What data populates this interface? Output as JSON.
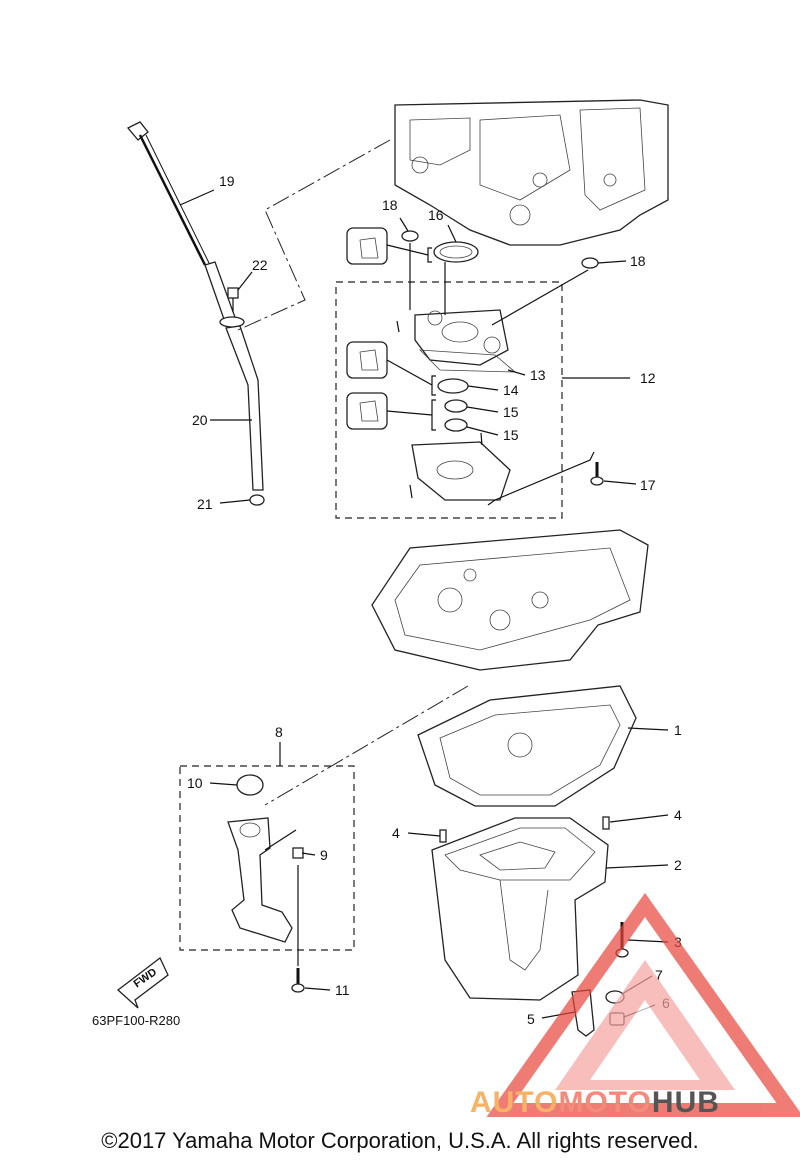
{
  "callouts": [
    {
      "id": "1",
      "label": "1"
    },
    {
      "id": "2",
      "label": "2"
    },
    {
      "id": "3",
      "label": "3"
    },
    {
      "id": "4a",
      "label": "4"
    },
    {
      "id": "4b",
      "label": "4"
    },
    {
      "id": "5",
      "label": "5"
    },
    {
      "id": "6",
      "label": "6"
    },
    {
      "id": "7",
      "label": "7"
    },
    {
      "id": "8",
      "label": "8"
    },
    {
      "id": "9",
      "label": "9"
    },
    {
      "id": "10",
      "label": "10"
    },
    {
      "id": "11",
      "label": "11"
    },
    {
      "id": "12",
      "label": "12"
    },
    {
      "id": "13",
      "label": "13"
    },
    {
      "id": "14",
      "label": "14"
    },
    {
      "id": "15a",
      "label": "15"
    },
    {
      "id": "15b",
      "label": "15"
    },
    {
      "id": "16",
      "label": "16"
    },
    {
      "id": "17",
      "label": "17"
    },
    {
      "id": "18a",
      "label": "18"
    },
    {
      "id": "18b",
      "label": "18"
    },
    {
      "id": "19",
      "label": "19"
    },
    {
      "id": "20",
      "label": "20"
    },
    {
      "id": "21",
      "label": "21"
    },
    {
      "id": "22",
      "label": "22"
    }
  ],
  "fwd_label": "FWD",
  "diagram_code": "63PF100-R280",
  "copyright": "©2017 Yamaha Motor Corporation, U.S.A. All rights reserved.",
  "watermark": {
    "part1": "AUTO",
    "part2": "MOTO",
    "part3": "HUB",
    "colors": {
      "part1": "#f7b267",
      "part2": "#f28b7a",
      "part3": "#555555",
      "triangle": "#e8463c"
    }
  }
}
